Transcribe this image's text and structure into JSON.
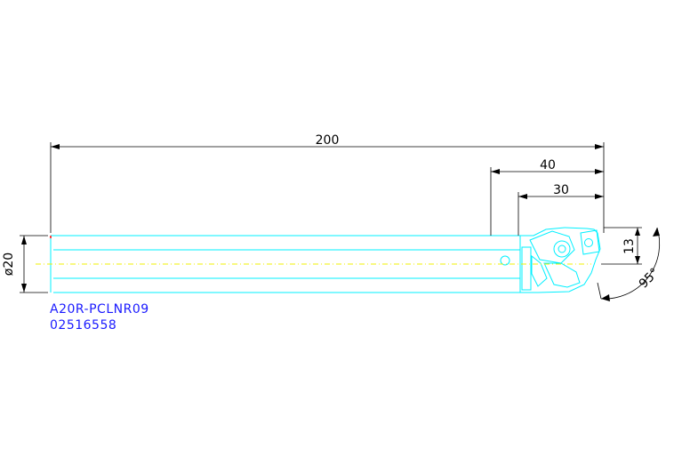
{
  "dimensions": {
    "overall_length": "200",
    "length_40": "40",
    "length_30": "30",
    "height_13": "13",
    "diameter": "ø20",
    "angle": "95°"
  },
  "part": {
    "name": "A20R-PCLNR09",
    "number": "02516558"
  },
  "colors": {
    "outline": "#00f0ff",
    "dimension_lines": "#000000",
    "center_line": "#f0f000",
    "label_text": "#1a1aff",
    "end_marker": "#ff0000"
  }
}
